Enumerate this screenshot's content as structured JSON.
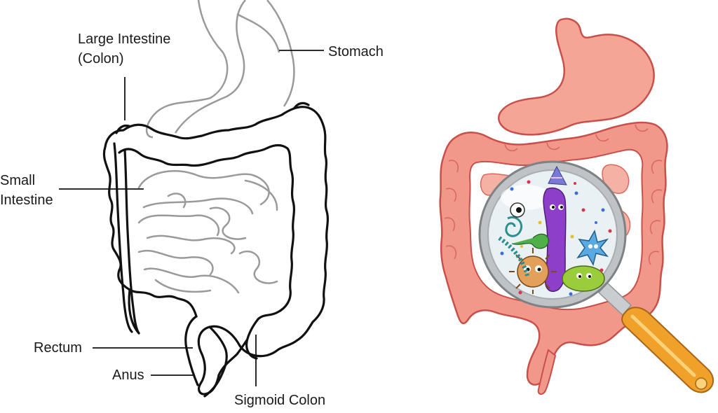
{
  "labels": {
    "large_intestine_line1": "Large Intestine",
    "large_intestine_line2": "(Colon)",
    "stomach": "Stomach",
    "small_intestine_line1": "Small",
    "small_intestine_line2": "Intestine",
    "rectum": "Rectum",
    "anus": "Anus",
    "sigmoid_colon": "Sigmoid Colon"
  },
  "colors": {
    "outline": "#111111",
    "light_outline": "#9a9a9a",
    "organ_fill": "#f2988a",
    "organ_stroke": "#c9504a",
    "stomach_fill": "#f4a596",
    "lens_ring": "#bfc3c6",
    "lens_glass": "#e9f1f4",
    "handle": "#f0a12a"
  },
  "icons": [
    "magnifier-icon",
    "bacteria-icon"
  ]
}
